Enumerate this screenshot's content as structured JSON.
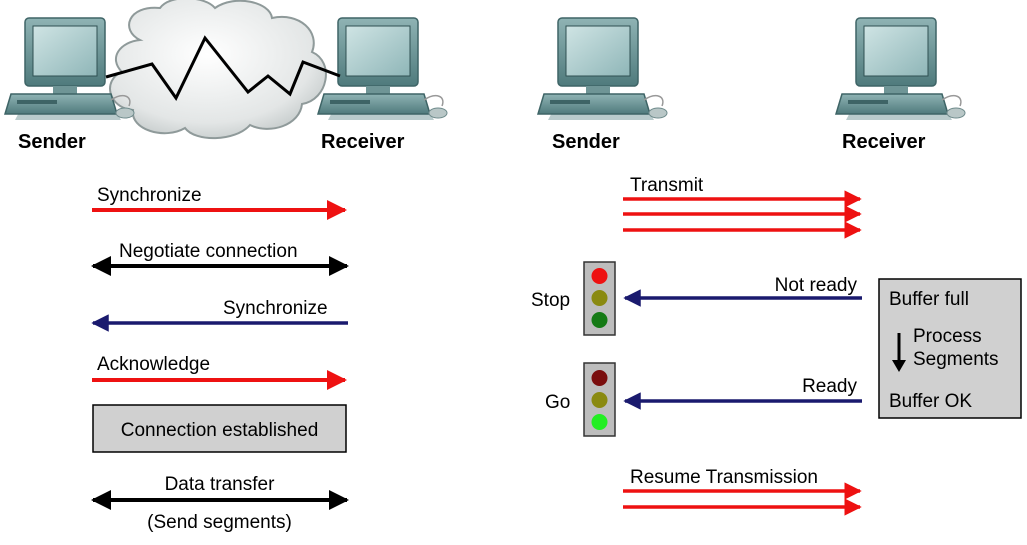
{
  "left_panel": {
    "sender_label": "Sender",
    "receiver_label": "Receiver",
    "steps": {
      "synchronize_1": "Synchronize",
      "negotiate": "Negotiate connection",
      "synchronize_2": "Synchronize",
      "acknowledge": "Acknowledge",
      "established": "Connection established",
      "data_transfer": "Data transfer",
      "send_segments": "(Send segments)"
    }
  },
  "right_panel": {
    "sender_label": "Sender",
    "receiver_label": "Receiver",
    "transmit": "Transmit",
    "stop": "Stop",
    "not_ready": "Not ready",
    "go": "Go",
    "ready": "Ready",
    "resume": "Resume Transmission",
    "buffer": {
      "full": "Buffer full",
      "process_line1": "Process",
      "process_line2": "Segments",
      "ok": "Buffer OK"
    }
  },
  "colors": {
    "red_arrow": "#ee1111",
    "black_arrow": "#000000",
    "navy_arrow": "#1a1a6e",
    "box_fill": "#d0d0d0",
    "traffic_light_body": "#bdbdbd",
    "stop_lights": [
      "#ee1111",
      "#8a8a10",
      "#157a15"
    ],
    "go_lights": [
      "#7a0d0d",
      "#8a8a10",
      "#22ee22"
    ]
  },
  "icons": {
    "computer": "computer-icon",
    "network_cloud": "network-cloud-icon",
    "traffic_light": "traffic-light-icon"
  }
}
